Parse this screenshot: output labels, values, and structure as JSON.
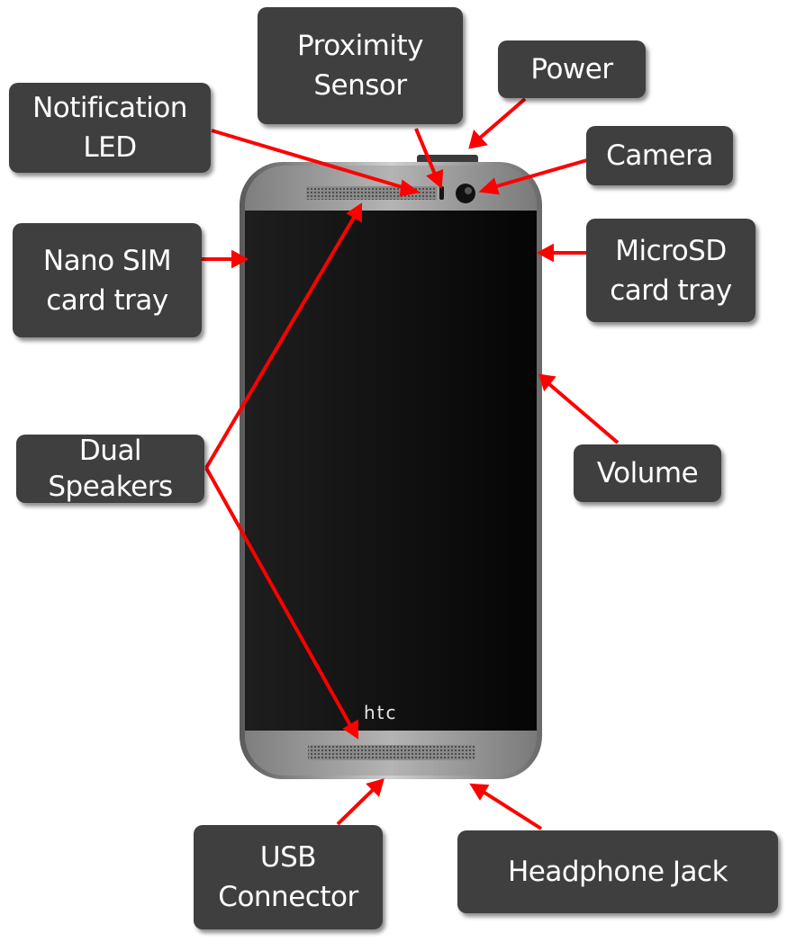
{
  "labels": {
    "proximity": "Proximity\nSensor",
    "power": "Power",
    "notification": "Notification\nLED",
    "camera": "Camera",
    "nano_sim": "Nano SIM\ncard tray",
    "microsd": "MicroSD\ncard tray",
    "speakers": "Dual\nSpeakers",
    "volume": "Volume",
    "usb": "USB\nConnector",
    "headphone": "Headphone Jack"
  },
  "phone": {
    "brand": "htc"
  },
  "colors": {
    "arrow": "#ff0000",
    "label_bg": "#3f3f3f",
    "screen": "#111111",
    "bezel": "#8c8c8c"
  }
}
